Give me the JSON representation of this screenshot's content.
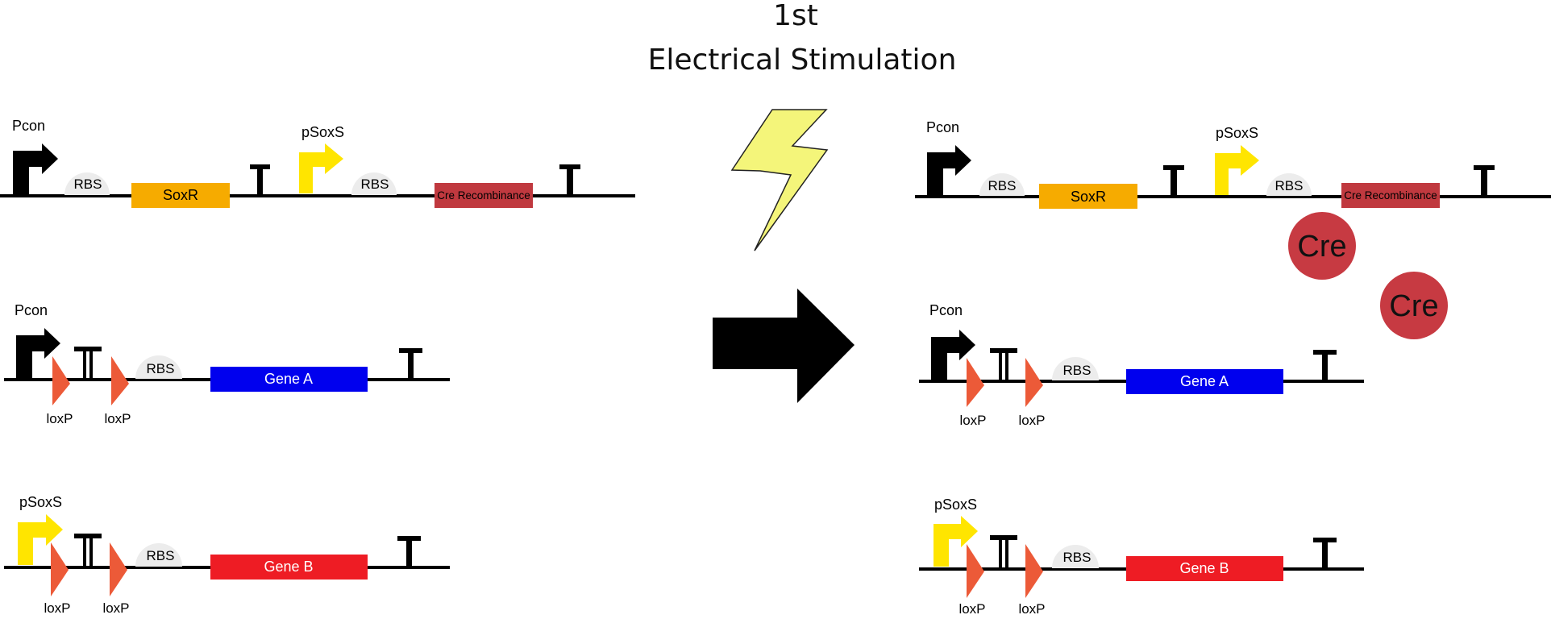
{
  "title": {
    "line1": "1st",
    "line2": "Electrical Stimulation"
  },
  "labels": {
    "pcon": "Pcon",
    "psoxs": "pSoxS",
    "rbs": "RBS",
    "loxp": "loxP",
    "soxr": "SoxR",
    "cre_recombinance": "Cre Recombinance",
    "gene_a": "Gene A",
    "gene_b": "Gene B",
    "cre": "Cre"
  },
  "colors": {
    "promoter_pcon": "#000000",
    "promoter_psoxs": "#ffe500",
    "soxr": "#f6ab00",
    "cre_recombinance": "#c0393f",
    "gene_a": "#0000ee",
    "gene_b": "#ee1c24",
    "loxp": "#ec5a38",
    "rbs": "#ececec",
    "lightning": "#f4f57a",
    "cre_protein": "#c73a42",
    "arrow": "#000000"
  },
  "icons": [
    "lightning-bolt-icon",
    "right-arrow-icon"
  ]
}
